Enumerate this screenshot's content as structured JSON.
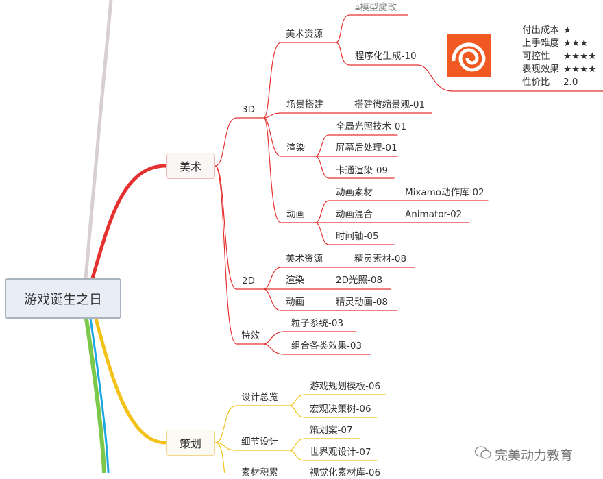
{
  "root": "游戏诞生之日",
  "colors": {
    "art": "#e53030",
    "plan": "#f2c21b",
    "green": "#7cc84a",
    "blue": "#1ea7e0",
    "gray": "#d8d0d0",
    "logo": "#f05a22"
  },
  "art": {
    "label": "美术",
    "d3": {
      "label": "3D",
      "resources": {
        "label": "美术资源",
        "model_mod": "模型魔改",
        "procedural": "程序化生成-10",
        "ratings": [
          {
            "name": "付出成本",
            "value": "★"
          },
          {
            "name": "上手难度",
            "value": "★★★"
          },
          {
            "name": "可控性",
            "value": "★★★★"
          },
          {
            "name": "表现效果",
            "value": "★★★★"
          },
          {
            "name": "性价比",
            "value": "2.0"
          }
        ]
      },
      "scene": {
        "label": "场景搭建",
        "child": "搭建微缩景观-01"
      },
      "render": {
        "label": "渲染",
        "children": [
          "全局光照技术-01",
          "屏幕后处理-01",
          "卡通渲染-09"
        ]
      },
      "anim": {
        "label": "动画",
        "assets": "动画素材",
        "assets_child": "Mixamo动作库-02",
        "blend": "动画混合",
        "blend_child": "Animator-02",
        "timeline": "时间轴-05"
      }
    },
    "d2": {
      "label": "2D",
      "resources": {
        "label": "美术资源",
        "child": "精灵素材-08"
      },
      "render": {
        "label": "渲染",
        "child": "2D光照-08"
      },
      "anim": {
        "label": "动画",
        "child": "精灵动画-08"
      }
    },
    "fx": {
      "label": "特效",
      "children": [
        "粒子系统-03",
        "组合各类效果-03"
      ]
    }
  },
  "plan": {
    "label": "策划",
    "overview": {
      "label": "设计总览",
      "children": [
        "游戏规划模板-06",
        "宏观决策树-06"
      ]
    },
    "detail": {
      "label": "细节设计",
      "children": [
        "策划案-07",
        "世界观设计-07"
      ]
    },
    "material": {
      "label": "素材积累",
      "child": "视觉化素材库-06"
    }
  },
  "watermark": "完美动力教育"
}
